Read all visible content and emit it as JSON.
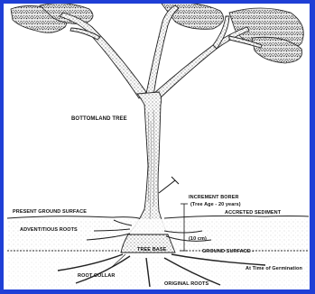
{
  "diagram": {
    "labels": {
      "bottomland_tree": "BOTTOMLAND TREE",
      "increment_borer": "INCREMENT BORER",
      "tree_age": "(Tree Age - 20 years)",
      "accreted_sediment": "ACCRETED SEDIMENT",
      "present_ground_surface": "PRESENT GROUND SURFACE",
      "depth": "(10 cm)",
      "adventitious_roots": "ADVENTITIOUS ROOTS",
      "tree_base": "TREE BASE",
      "ground_surface": "GROUND SURFACE -",
      "at_time_of_germination": "At Time of Germination",
      "root_collar": "ROOT COLLAR",
      "original_roots": "ORIGINAL ROOTS"
    },
    "colors": {
      "border": "#1f3fd6",
      "background": "#ffffff",
      "ink": "#111111"
    }
  }
}
